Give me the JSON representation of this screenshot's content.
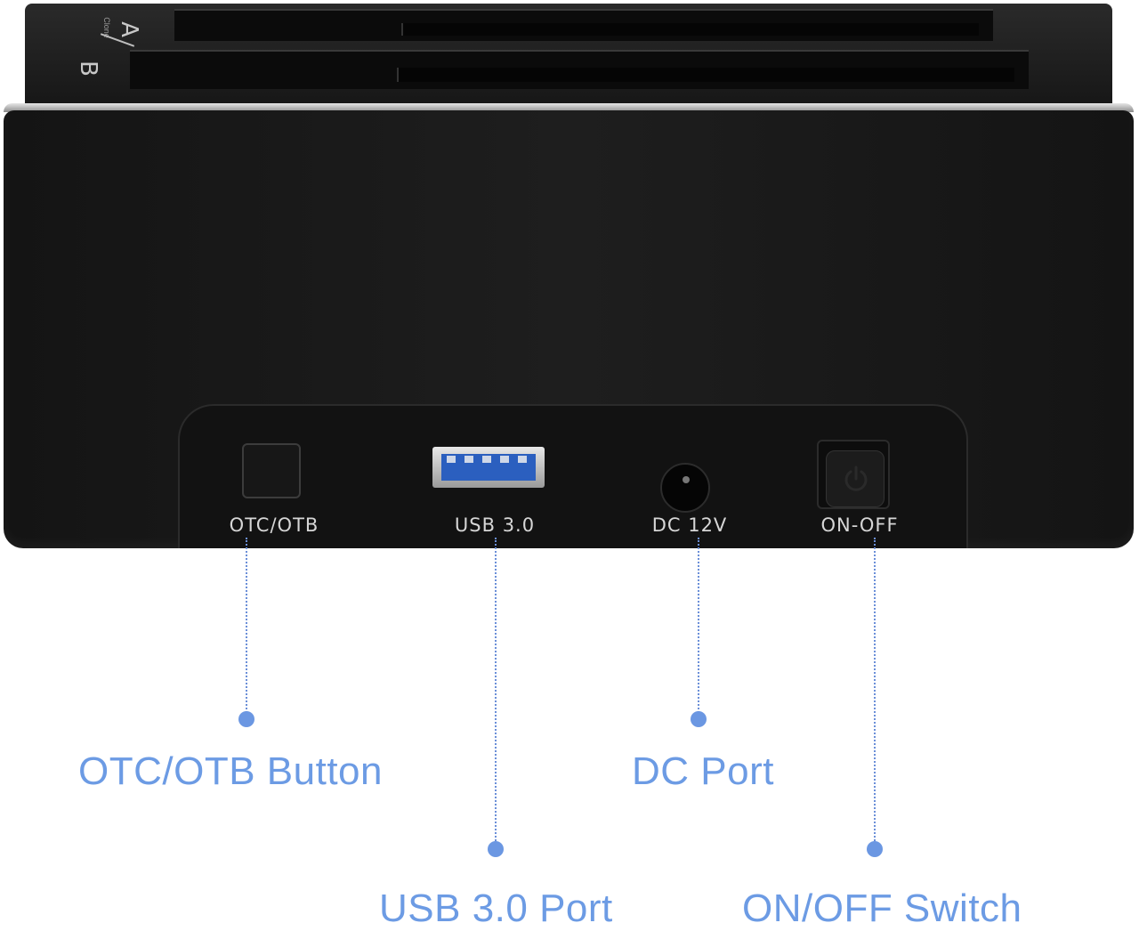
{
  "device": {
    "top_marks": {
      "slot_a": "A",
      "slot_b": "B",
      "clone": "Clone"
    },
    "ports": [
      {
        "id": "otc",
        "label": "OTC/OTB"
      },
      {
        "id": "usb",
        "label": "USB 3.0"
      },
      {
        "id": "dc",
        "label": "DC 12V"
      },
      {
        "id": "power",
        "label": "ON-OFF"
      }
    ]
  },
  "callouts": [
    {
      "id": "otc",
      "text": "OTC/OTB Button"
    },
    {
      "id": "usb",
      "text": "USB 3.0 Port"
    },
    {
      "id": "dc",
      "text": "DC Port"
    },
    {
      "id": "power",
      "text": "ON/OFF Switch"
    }
  ],
  "colors": {
    "accent": "#6c9be4",
    "device_body": "#161616",
    "usb_blue": "#2b5fbf"
  },
  "icons": [
    "power-icon"
  ]
}
